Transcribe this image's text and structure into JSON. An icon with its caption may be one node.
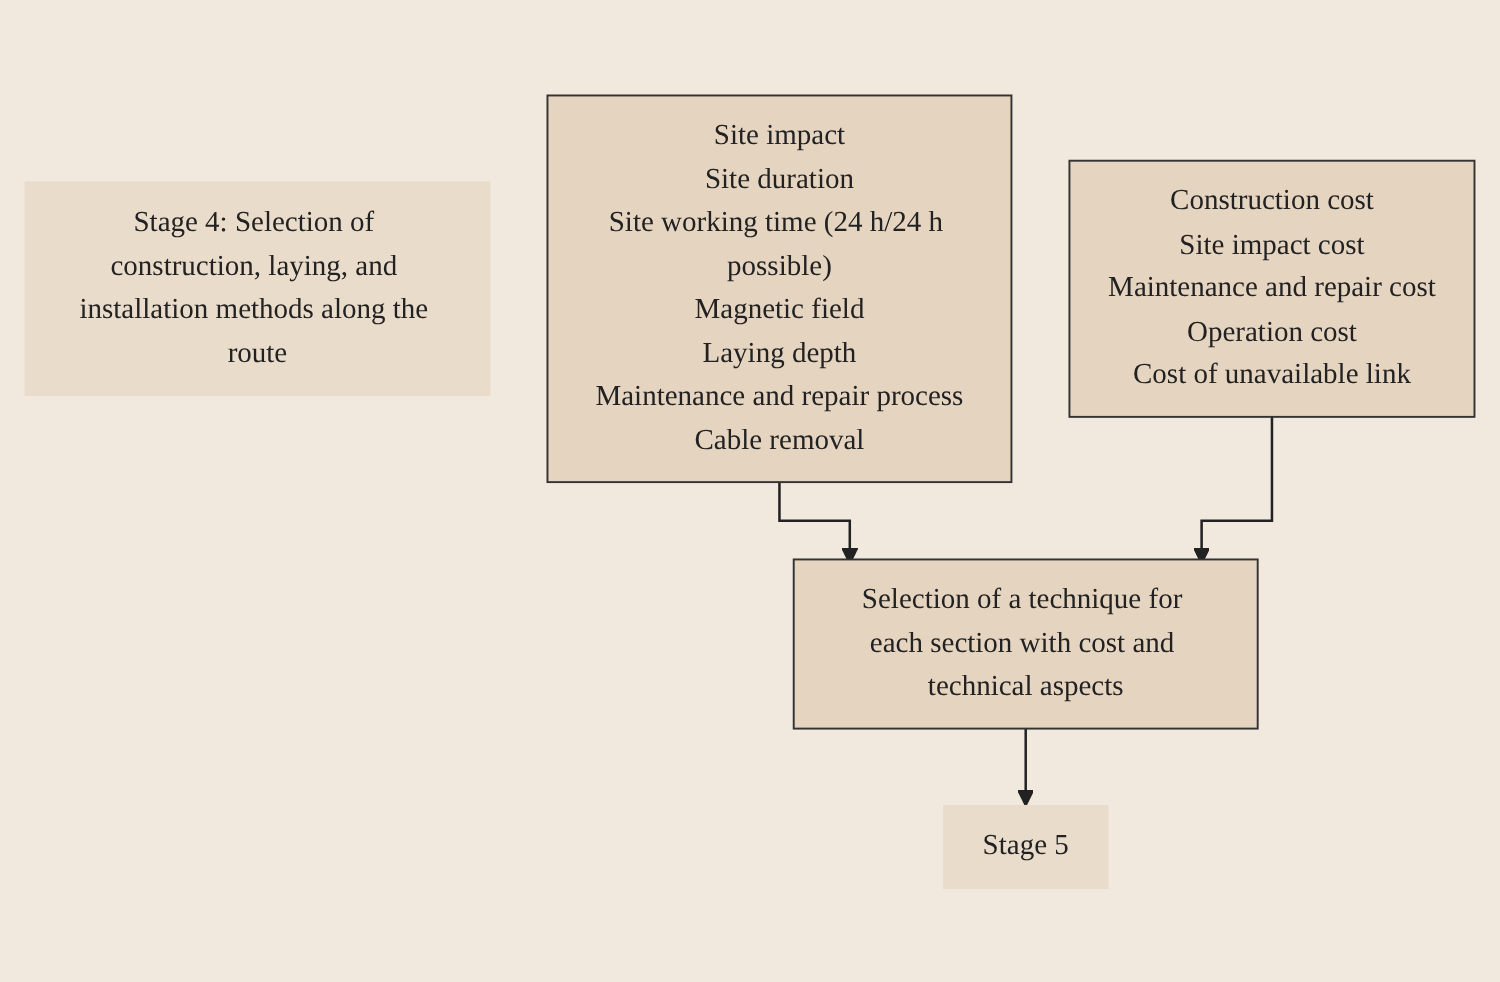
{
  "diagram": {
    "nodes": [
      {
        "text": [
          "Stage 4: Selection of construction, laying, and installation methods along the route"
        ]
      },
      {
        "text": [
          "Site impact",
          "Site duration",
          "Site working time (24 h/24 h possible)",
          "Magnetic field",
          "Laying depth",
          "Maintenance and repair process",
          "Cable removal"
        ]
      },
      {
        "text": [
          "Construction cost",
          "Site impact cost",
          "Maintenance and repair cost",
          "Operation cost",
          "Cost of unavailable link"
        ]
      },
      {
        "text": [
          "Selection of a technique for each section with cost and technical aspects"
        ]
      },
      {
        "text": [
          "Stage 5"
        ]
      }
    ],
    "edges": [
      {
        "from": 1,
        "to": 3,
        "arrow": "to"
      },
      {
        "from": 2,
        "to": 3,
        "arrow": "to"
      },
      {
        "from": 3,
        "to": 4,
        "arrow": "to"
      }
    ]
  }
}
